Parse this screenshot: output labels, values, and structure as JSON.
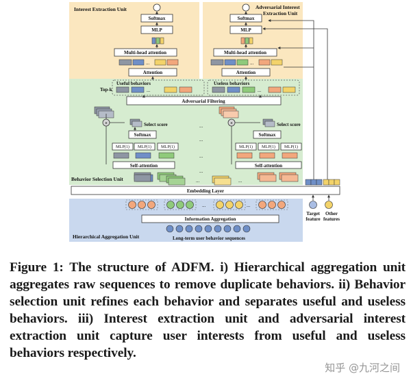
{
  "figure": {
    "units": {
      "interest_extraction": "Interest Extraction Unit",
      "adversarial_interest_extraction_line1": "Adversarial Interest",
      "adversarial_interest_extraction_line2": "Extraction Unit",
      "behavior_selection": "Behavior Selection Unit",
      "hierarchical_aggregation": "Hierarchical Aggregation Unit"
    },
    "blocks": {
      "softmax": "Softmax",
      "mlp": "MLP",
      "multi_head_attention": "Multi-head attention",
      "attention": "Attention",
      "useful_behaviors": "Useful behaviors",
      "useless_behaviors": "Useless behaviors",
      "top_k": "Top-k",
      "adversarial_filtering": "Adversarial Filtering",
      "select_score": "Select score",
      "mlp_1": "MLP(1)",
      "self_attention": "Self-attention",
      "embedding_layer": "Embedding Layer",
      "information_aggregation": "Information Aggregation",
      "long_term_sequences": "Long-term user behavior sequences",
      "target_feature_line1": "Target",
      "target_feature_line2": "feature",
      "other_features_line1": "Other",
      "other_features_line2": "features",
      "ellipsis": "..."
    },
    "colors": {
      "interest_bg": "#fbe7bf",
      "selection_bg": "#d6ecd0",
      "aggregation_bg": "#c9d8ee",
      "blue": "#6f8fc7",
      "green": "#8fca7b",
      "yellow": "#f3d36a",
      "orange": "#f2a77c",
      "gray": "#8e96a3"
    }
  },
  "caption": {
    "text": "Figure 1: The structure of ADFM. i) Hierarchical aggregation unit aggregates raw sequences to remove duplicate behaviors. ii) Behavior selection unit refines each behavior and separates useful and useless behaviors. iii) Interest extraction unit and adversarial interest extraction unit capture user interests from useful and useless behaviors respectively."
  },
  "watermark": "知乎 @九河之间"
}
